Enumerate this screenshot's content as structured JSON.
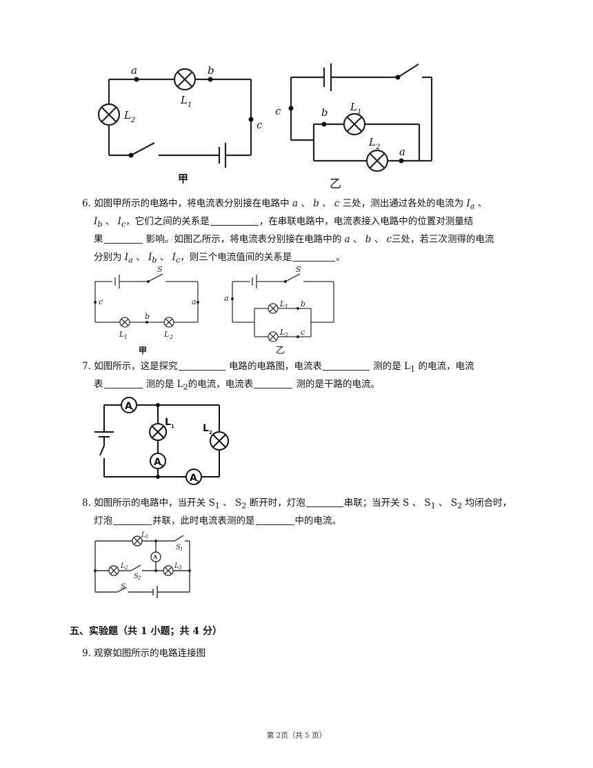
{
  "fig_top": {
    "left_caption": "甲",
    "right_caption": "乙",
    "labels": {
      "a": "a",
      "b": "b",
      "c": "c",
      "L1": "L",
      "L2": "L",
      "s1": "1",
      "s2": "2"
    }
  },
  "q6": {
    "num": "6.",
    "l1_a": "如图甲所示的电路中，将电流表分别接在电路中",
    "a": "a",
    "b": "b",
    "c": "c",
    "sep": "、",
    "l1_b": "三处，测出通过各处的电流为",
    "Ia": "I",
    "sa": "a",
    "Ib": "I",
    "sb": "b",
    "Ic": "I",
    "sc": "c",
    "l2_a": "，它们之间的关系是",
    "l2_b": "，在串联电路中，电流表接入电路中的位置对测量结",
    "l3_a": "果",
    "l3_b": "影响。如图乙所示，将电流表分别接在电路中的",
    "l3_c": "三处，若三次测得的电流",
    "l4_a": "分别为",
    "l4_b": "，则三个电流值间的关系是",
    "end": "。"
  },
  "fig_q6": {
    "left_caption": "甲",
    "right_caption": "乙",
    "s": "S",
    "a": "a",
    "b": "b",
    "c": "c",
    "L": "L",
    "one": "1",
    "two": "2"
  },
  "q7": {
    "num": "7.",
    "l1_a": "如图所示，这是探究",
    "l1_b": "电路的电路图，电流表",
    "l1_c": "测的是",
    "L": "L",
    "one": "1",
    "two": "2",
    "l1_d": "的电流，电流",
    "l2_a": "表",
    "l2_b": "测的是",
    "l2_c": "的电流，电流表",
    "l2_d": "测的是干路的电流。"
  },
  "fig_q7": {
    "A": "A",
    "one": "1",
    "two": "2",
    "three": "3",
    "L": "L"
  },
  "q8": {
    "num": "8.",
    "l1_a": "如图所示的电路中，当开关",
    "S": "S",
    "one": "1",
    "two": "2",
    "sep": "、",
    "l1_b": "断开时，灯泡",
    "l1_c": "串联；当开关",
    "l1_d": "均闭合时，",
    "l2_a": "灯泡",
    "l2_b": "并联，此时电流表测的是",
    "l2_c": "中的电流。"
  },
  "fig_q8": {
    "L": "L",
    "S": "S",
    "one": "1",
    "two": "2",
    "three": "3",
    "A": "A"
  },
  "section5": {
    "heading": "五、实验题（共 1 小题；共 4 分）"
  },
  "q9": {
    "text": "9. 观察如图所示的电路连接图"
  },
  "footer": {
    "text": "第 2页（共 5 页）"
  }
}
